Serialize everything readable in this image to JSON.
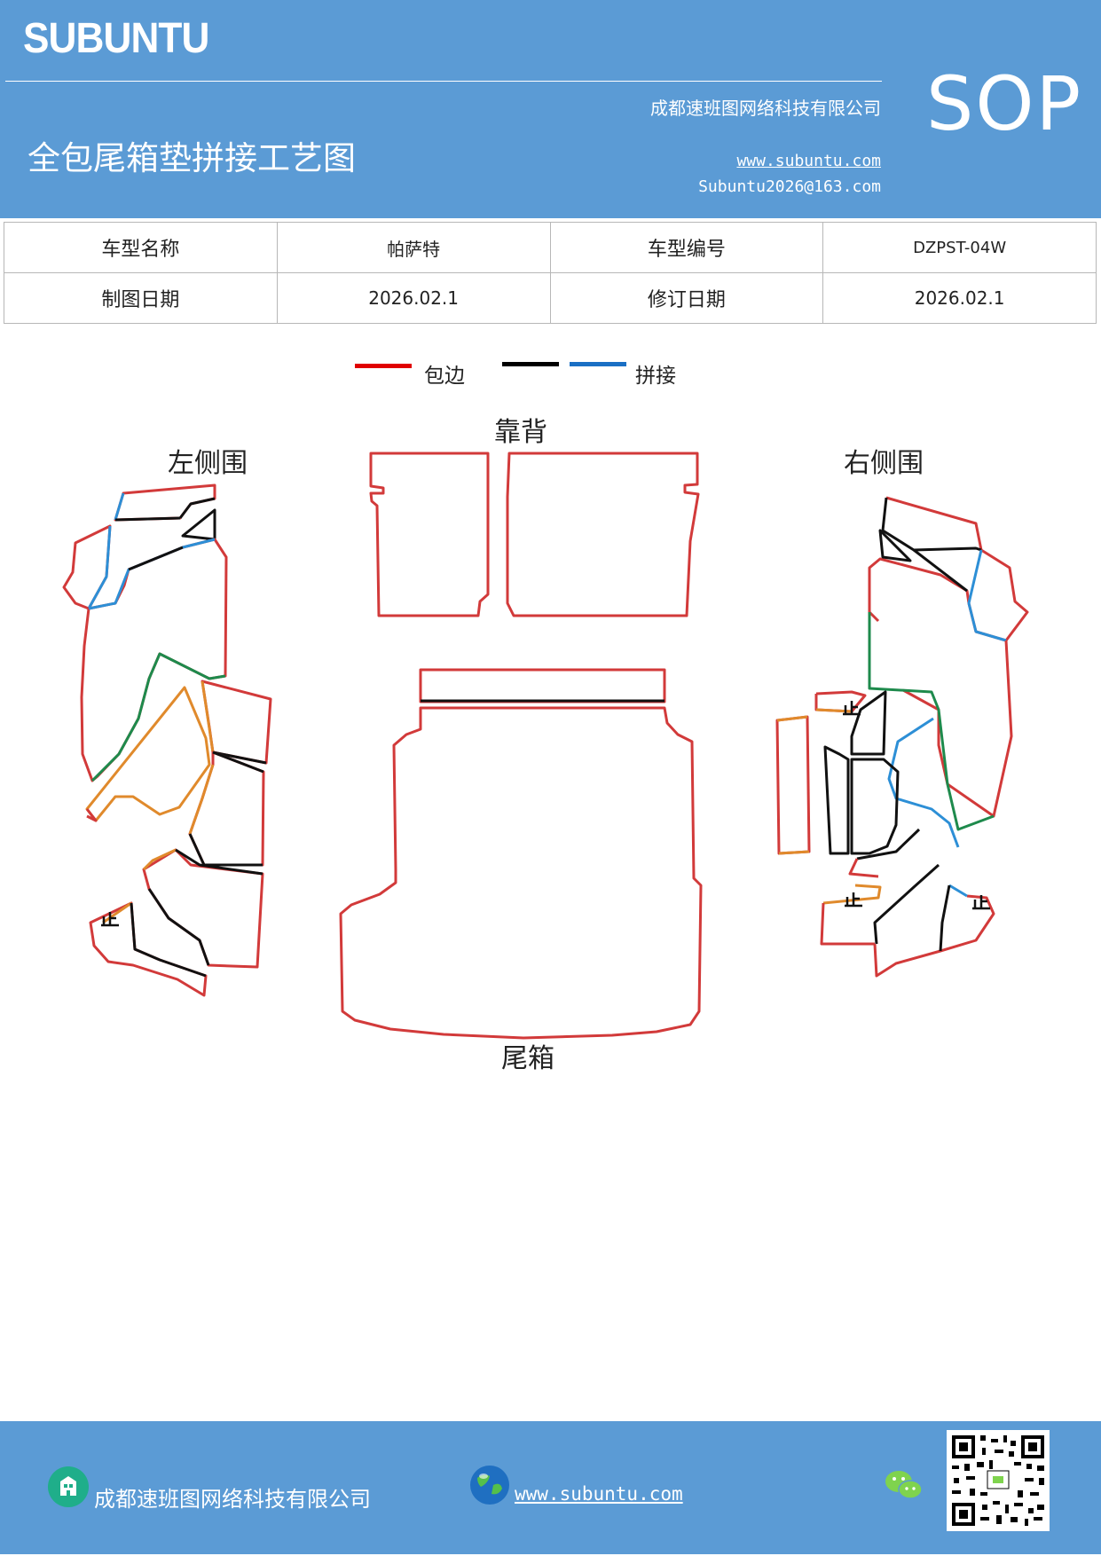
{
  "header": {
    "brand": "SUBUNTU",
    "company": "成都速班图网络科技有限公司",
    "title": "全包尾箱垫拼接工艺图",
    "website": "www.subuntu.com",
    "email": "Subuntu2026@163.com",
    "badge": "SOP"
  },
  "info_table": {
    "model_name_label": "车型名称",
    "model_name": "帕萨特",
    "model_code_label": "车型编号",
    "model_code": "DZPST-04W",
    "draw_date_label": "制图日期",
    "draw_date": "2026.02.1",
    "revise_date_label": "修订日期",
    "revise_date": "2026.02.1"
  },
  "legend": {
    "hem_label": "包边",
    "splice_label": "拼接",
    "colors": {
      "hem": "#e00000",
      "black": "#000000",
      "splice": "#1a6fc4"
    }
  },
  "diagram": {
    "left_side": "左侧围",
    "backrest": "靠背",
    "right_side": "右侧围",
    "trunk": "尾箱",
    "stop_mark": "止",
    "colors": {
      "outline": "#d23a3a",
      "green": "#1e8a4c",
      "orange": "#e08a2c",
      "blue": "#2d8fd6",
      "black": "#111111"
    }
  },
  "footer": {
    "company": "成都速班图网络科技有限公司",
    "website": "www.subuntu.com"
  }
}
